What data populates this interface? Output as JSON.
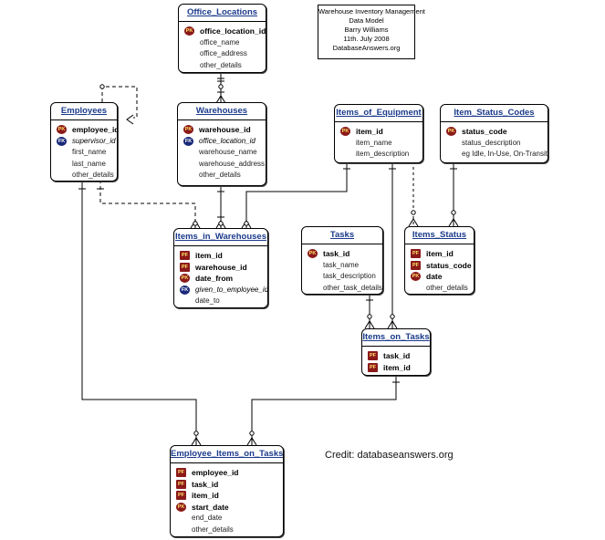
{
  "note": [
    "Warehouse Inventory Management",
    "Data Model",
    "Barry Williams",
    "11th. July 2008",
    "DatabaseAnswers.org"
  ],
  "credit": "Credit: databaseanswers.org",
  "entities": {
    "office_locations": {
      "title": "Office_Locations",
      "rows": [
        {
          "badge": "PK",
          "kind": "pk",
          "name": "office_location_id"
        },
        {
          "badge": "",
          "kind": "plain",
          "name": "office_name"
        },
        {
          "badge": "",
          "kind": "plain",
          "name": "office_address"
        },
        {
          "badge": "",
          "kind": "plain",
          "name": "other_details"
        }
      ]
    },
    "employees": {
      "title": "Employees",
      "rows": [
        {
          "badge": "PK",
          "kind": "pk",
          "name": "employee_id"
        },
        {
          "badge": "FK",
          "kind": "fk",
          "name": "supervisor_id"
        },
        {
          "badge": "",
          "kind": "plain",
          "name": "first_name"
        },
        {
          "badge": "",
          "kind": "plain",
          "name": "last_name"
        },
        {
          "badge": "",
          "kind": "plain",
          "name": "other_details"
        }
      ]
    },
    "warehouses": {
      "title": "Warehouses",
      "rows": [
        {
          "badge": "PK",
          "kind": "pk",
          "name": "warehouse_id"
        },
        {
          "badge": "FK",
          "kind": "fk",
          "name": "office_location_id"
        },
        {
          "badge": "",
          "kind": "plain",
          "name": "warehouse_name"
        },
        {
          "badge": "",
          "kind": "plain",
          "name": "warehouse_address"
        },
        {
          "badge": "",
          "kind": "plain",
          "name": "other_details"
        }
      ]
    },
    "items_of_equipment": {
      "title": "Items_of_Equipment",
      "rows": [
        {
          "badge": "PK",
          "kind": "pk",
          "name": "item_id"
        },
        {
          "badge": "",
          "kind": "plain",
          "name": "item_name"
        },
        {
          "badge": "",
          "kind": "plain",
          "name": "item_description"
        }
      ]
    },
    "item_status_codes": {
      "title": "Item_Status_Codes",
      "rows": [
        {
          "badge": "PK",
          "kind": "pk",
          "name": "status_code"
        },
        {
          "badge": "",
          "kind": "plain",
          "name": "status_description"
        },
        {
          "badge": "",
          "kind": "plain",
          "name": "eg Idle, In-Use, On-Transit"
        }
      ]
    },
    "items_in_warehouses": {
      "title": "Items_in_Warehouses",
      "rows": [
        {
          "badge": "PF",
          "kind": "pf",
          "name": "item_id"
        },
        {
          "badge": "PF",
          "kind": "pf",
          "name": "warehouse_id"
        },
        {
          "badge": "PK",
          "kind": "pk",
          "name": "date_from"
        },
        {
          "badge": "FK",
          "kind": "fk",
          "name": "given_to_employee_id"
        },
        {
          "badge": "",
          "kind": "plain",
          "name": "date_to"
        }
      ]
    },
    "tasks": {
      "title": "Tasks",
      "rows": [
        {
          "badge": "PK",
          "kind": "pk",
          "name": "task_id"
        },
        {
          "badge": "",
          "kind": "plain",
          "name": "task_name"
        },
        {
          "badge": "",
          "kind": "plain",
          "name": "task_description"
        },
        {
          "badge": "",
          "kind": "plain",
          "name": "other_task_details"
        }
      ]
    },
    "items_status": {
      "title": "Items_Status",
      "rows": [
        {
          "badge": "PF",
          "kind": "pf",
          "name": "item_id"
        },
        {
          "badge": "PF",
          "kind": "pf",
          "name": "status_code"
        },
        {
          "badge": "PK",
          "kind": "pk",
          "name": "date"
        },
        {
          "badge": "",
          "kind": "plain",
          "name": "other_details"
        }
      ]
    },
    "items_on_tasks": {
      "title": "Items_on_Tasks",
      "rows": [
        {
          "badge": "PF",
          "kind": "pf",
          "name": "task_id"
        },
        {
          "badge": "PF",
          "kind": "pf",
          "name": "item_id"
        }
      ]
    },
    "employee_items_on_tasks": {
      "title": "Employee_Items_on_Tasks",
      "rows": [
        {
          "badge": "PF",
          "kind": "pf",
          "name": "employee_id"
        },
        {
          "badge": "PF",
          "kind": "pf",
          "name": "task_id"
        },
        {
          "badge": "PF",
          "kind": "pf",
          "name": "item_id"
        },
        {
          "badge": "PK",
          "kind": "pk",
          "name": "start_date"
        },
        {
          "badge": "",
          "kind": "plain",
          "name": "end_date"
        },
        {
          "badge": "",
          "kind": "plain",
          "name": "other_details"
        }
      ]
    }
  }
}
